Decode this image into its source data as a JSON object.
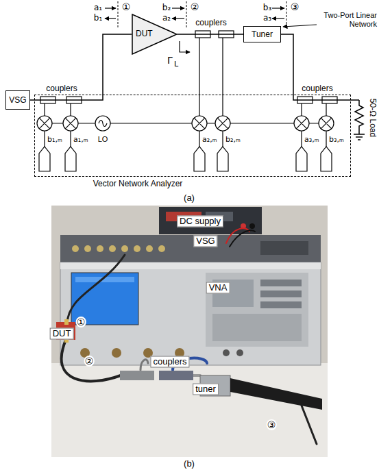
{
  "diagram": {
    "nodes": [
      {
        "text": [
          "VSG"
        ]
      },
      {
        "text": [
          "DUT"
        ]
      },
      {
        "text": [
          "Tuner"
        ]
      },
      {
        "text": [
          "Vector Network Analyzer"
        ]
      },
      {
        "text": [
          "LO"
        ],
        "in": 3
      }
    ],
    "edges": [
      {
        "from": 0,
        "to": 1,
        "arrow": "none"
      },
      {
        "from": 1,
        "to": 2,
        "arrow": "none"
      }
    ],
    "labels": [
      "a₁",
      "b₁",
      "①",
      "b₂",
      "a₂",
      "②",
      "b₃",
      "a₃",
      "③",
      "couplers",
      "Two-Port Linear Network",
      "Γ",
      "L",
      "couplers",
      "couplers",
      "b₁,ₘ",
      "a₁,ₘ",
      "a₂,ₘ",
      "b₂,ₘ",
      "a₃,ₘ",
      "b₃,ₘ",
      "50-Ω Load",
      "(a)",
      "DC supply",
      "VSG",
      "VNA",
      "①",
      "DUT",
      "②",
      "couplers",
      "tuner",
      "③",
      "(b)"
    ]
  }
}
